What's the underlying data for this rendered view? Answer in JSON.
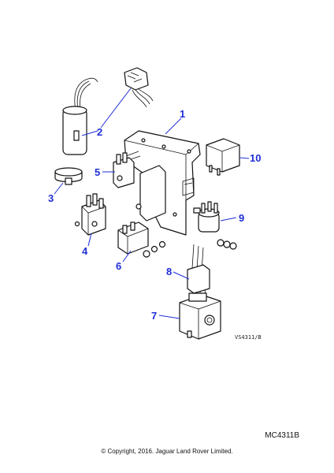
{
  "callouts": {
    "c1": "1",
    "c2": "2",
    "c3": "3",
    "c4": "4",
    "c5": "5",
    "c6": "6",
    "c7": "7",
    "c8": "8",
    "c9": "9",
    "c10": "10"
  },
  "figure_ref": "VS4311/B",
  "drawing_number": "MC4311B",
  "copyright": "© Copyright, 2016. Jaguar Land Rover Limited.",
  "colors": {
    "callout": "#1f2fd6",
    "ink": "#111111"
  }
}
